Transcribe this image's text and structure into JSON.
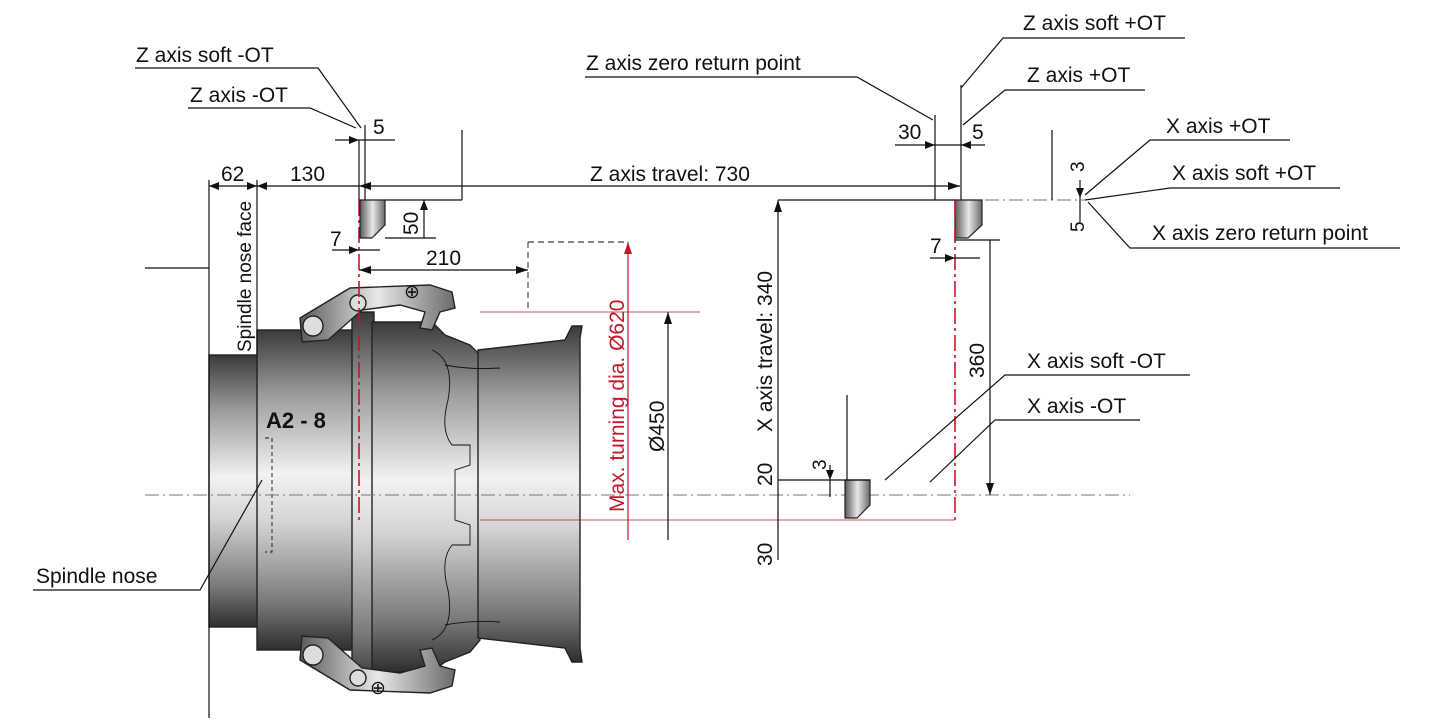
{
  "labels": {
    "z_soft_minus_ot": "Z axis soft -OT",
    "z_minus_ot": "Z axis -OT",
    "z_zero_return": "Z axis zero return point",
    "z_soft_plus_ot": "Z axis soft +OT",
    "z_plus_ot": "Z axis +OT",
    "x_plus_ot": "X axis +OT",
    "x_soft_plus_ot": "X axis soft +OT",
    "x_zero_return": "X axis zero return point",
    "x_soft_minus_ot": "X axis soft -OT",
    "x_minus_ot": "X axis -OT",
    "spindle_nose": "Spindle nose",
    "spindle_nose_face": "Spindle nose face",
    "spindle_type": "A2 - 8",
    "z_travel": "Z axis travel: 730",
    "x_travel": "X axis travel: 340",
    "max_turning_dia": "Max. turning dia. Ø620",
    "dia_450": "Ø450"
  },
  "dimensions": {
    "d62": "62",
    "d130": "130",
    "d5_left": "5",
    "d50": "50",
    "d7_left": "7",
    "d210": "210",
    "d30_top": "30",
    "d5_right": "5",
    "d7_right": "7",
    "d3_top": "3",
    "d5_x": "5",
    "d360": "360",
    "d3_bottom": "3",
    "d20": "20",
    "d30_bottom": "30"
  },
  "colors": {
    "accent_red": "#c0182a",
    "line": "#111111"
  }
}
